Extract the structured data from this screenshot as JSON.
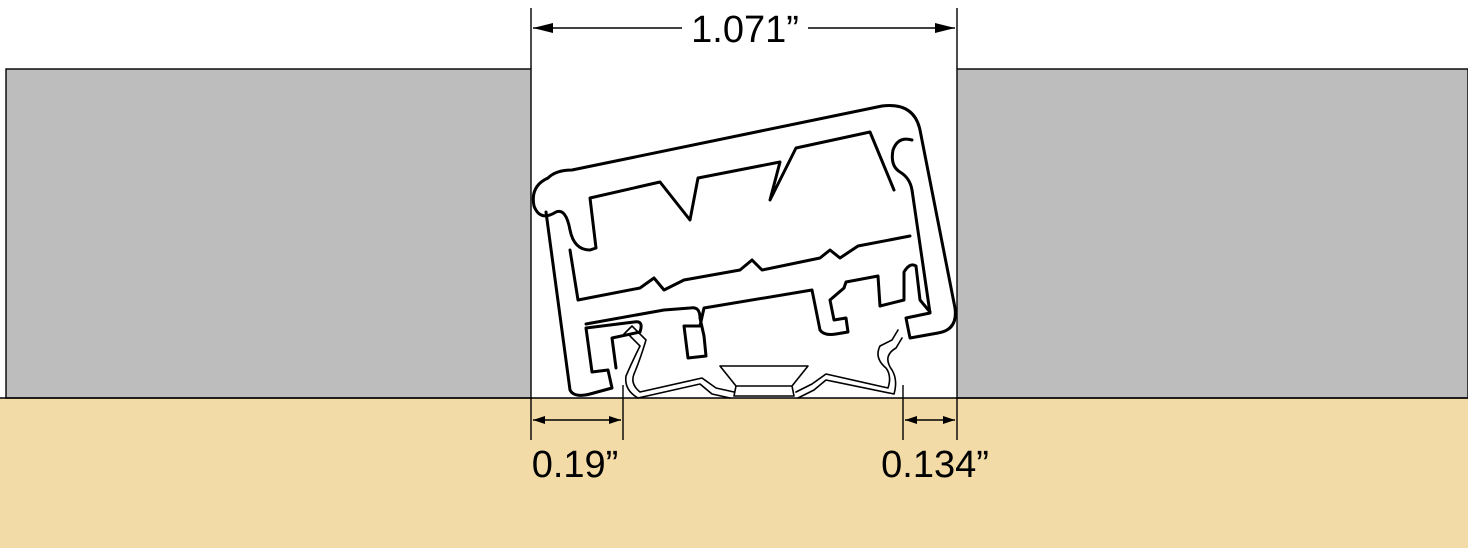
{
  "diagram": {
    "dimensions": {
      "top_width": "1.071”",
      "left_gap": "0.19”",
      "right_gap": "0.134”"
    },
    "colors": {
      "wall": "#bdbdbd",
      "floor": "#f3dba8",
      "gap": "#ffffff",
      "line": "#000000"
    }
  }
}
